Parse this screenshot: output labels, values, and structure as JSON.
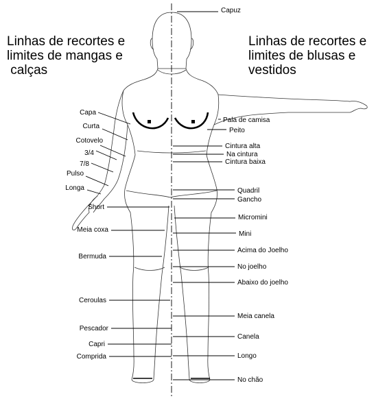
{
  "headings": {
    "left": [
      "Linhas de recortes e",
      "limites de mangas e",
      " calças"
    ],
    "right": [
      "Linhas de recortes e",
      "limites de blusas e",
      "vestidos"
    ]
  },
  "labels": {
    "left": [
      {
        "id": "capa",
        "text": "Capa"
      },
      {
        "id": "curta",
        "text": "Curta"
      },
      {
        "id": "cotovelo",
        "text": "Cotovelo"
      },
      {
        "id": "tres-quartos",
        "text": "3/4"
      },
      {
        "id": "sete-oitavos",
        "text": "7/8"
      },
      {
        "id": "pulso",
        "text": "Pulso"
      },
      {
        "id": "longa",
        "text": "Longa"
      },
      {
        "id": "short",
        "text": "Short"
      },
      {
        "id": "meia-coxa",
        "text": "Meia coxa"
      },
      {
        "id": "bermuda",
        "text": "Bermuda"
      },
      {
        "id": "ceroulas",
        "text": "Ceroulas"
      },
      {
        "id": "pescador",
        "text": "Pescador"
      },
      {
        "id": "capri",
        "text": "Capri"
      },
      {
        "id": "comprida",
        "text": "Comprida"
      }
    ],
    "right": [
      {
        "id": "capuz",
        "text": "Capuz"
      },
      {
        "id": "pala-de-camisa",
        "text": "Pala de camisa"
      },
      {
        "id": "peito",
        "text": "Peito"
      },
      {
        "id": "cintura-alta",
        "text": "Cintura alta"
      },
      {
        "id": "na-cintura",
        "text": "Na cintura"
      },
      {
        "id": "cintura-baixa",
        "text": "Cintura baixa"
      },
      {
        "id": "quadril",
        "text": "Quadril"
      },
      {
        "id": "gancho",
        "text": "Gancho"
      },
      {
        "id": "micromini",
        "text": "Micromini"
      },
      {
        "id": "mini",
        "text": "Mini"
      },
      {
        "id": "acima-do-joelho",
        "text": "Acima do Joelho"
      },
      {
        "id": "no-joelho",
        "text": "No joelho"
      },
      {
        "id": "abaixo-do-joelho",
        "text": "Abaixo do joelho"
      },
      {
        "id": "meia-canela",
        "text": "Meia canela"
      },
      {
        "id": "canela",
        "text": "Canela"
      },
      {
        "id": "longo",
        "text": "Longo"
      },
      {
        "id": "no-chao",
        "text": "No chão"
      }
    ]
  }
}
